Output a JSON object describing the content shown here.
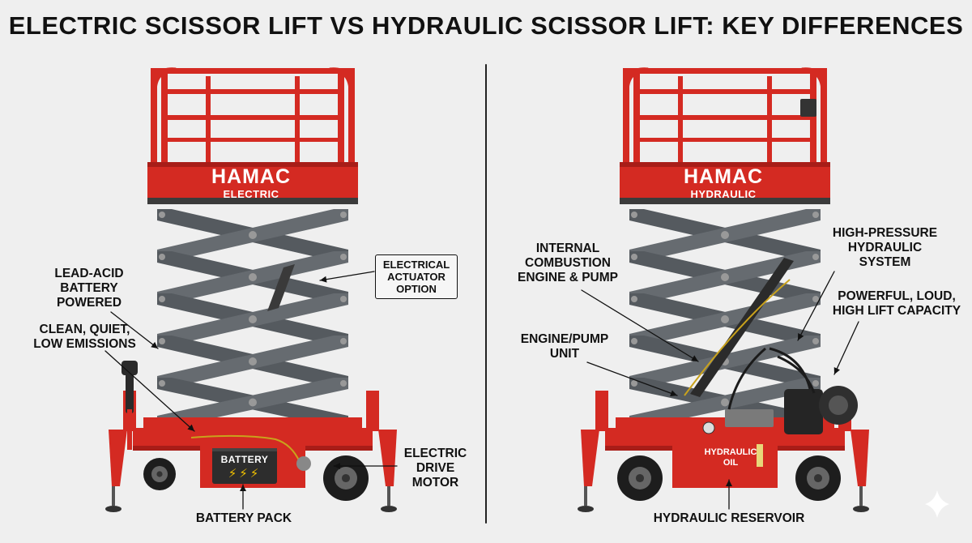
{
  "title": "ELECTRIC SCISSOR LIFT VS HYDRAULIC SCISSOR LIFT: KEY DIFFERENCES",
  "left_lift": {
    "brand": "HAMAC",
    "model": "ELECTRIC",
    "battery_label": "BATTERY",
    "battery_bolts": "⚡⚡⚡",
    "callouts": {
      "lead_acid": "LEAD-ACID\nBATTERY\nPOWERED",
      "clean": "CLEAN, QUIET,\nLOW EMISSIONS",
      "actuator": "ELECTRICAL\nACTUATOR\nOPTION",
      "drive_motor": "ELECTRIC\nDRIVE\nMOTOR",
      "battery_pack": "BATTERY PACK"
    }
  },
  "right_lift": {
    "brand": "HAMAC",
    "model": "HYDRAULIC",
    "oil_label": "HYDRAULIC\nOIL",
    "callouts": {
      "combustion": "INTERNAL\nCOMBUSTION\nENGINE & PUMP",
      "engine_unit": "ENGINE/PUMP\nUNIT",
      "high_pressure": "HIGH-PRESSURE\nHYDRAULIC\nSYSTEM",
      "powerful": "POWERFUL, LOUD,\nHIGH LIFT CAPACITY",
      "reservoir": "HYDRAULIC RESERVOIR"
    }
  },
  "colors": {
    "frame_red": "#d42a22",
    "frame_dark_red": "#a81d18",
    "scissor_gray": "#555a5f",
    "tire_black": "#1d1d1d",
    "background": "#efefef"
  }
}
